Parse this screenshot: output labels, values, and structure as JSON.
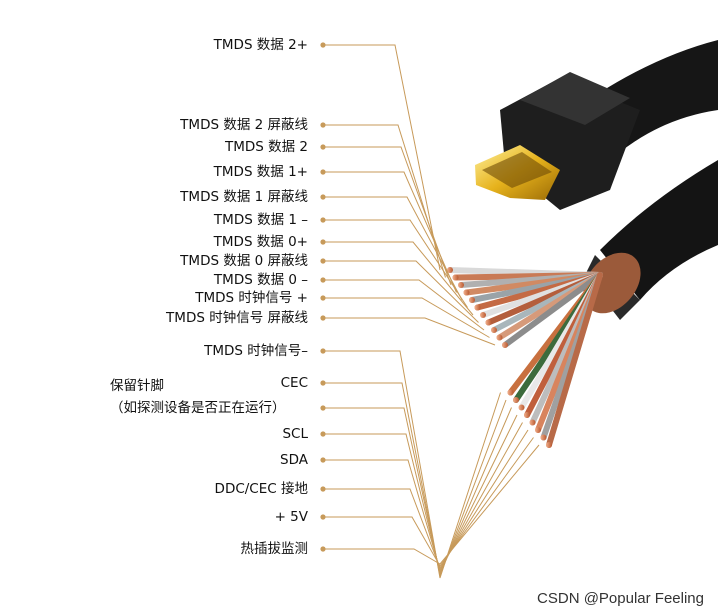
{
  "pins": [
    "TMDS 数据 2+",
    "TMDS 数据 2 屏蔽线",
    "TMDS 数据 2",
    "TMDS 数据 1+",
    "TMDS 数据 1 屏蔽线",
    "TMDS 数据 1 –",
    "TMDS 数据 0+",
    "TMDS 数据 0 屏蔽线",
    "TMDS 数据 0 –",
    "TMDS 时钟信号 +",
    "TMDS 时钟信号 屏蔽线",
    "TMDS 时钟信号–",
    "CEC",
    "（如探测设备是否正在运行）",
    "SCL",
    "SDA",
    "DDC/CEC 接地",
    "+ 5V",
    "热插拔监测"
  ],
  "reserved_label": "保留针脚",
  "watermark": "CSDN @Popular Feeling",
  "colors": {
    "leader": "#c79a5a",
    "cable": "#151515",
    "plug_gold": "#e6b21c"
  }
}
